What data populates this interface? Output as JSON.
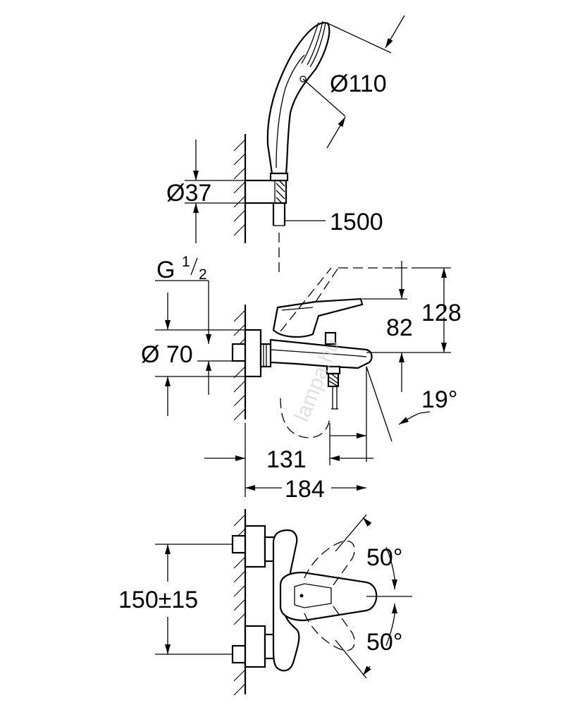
{
  "dimensions": {
    "head_diameter": "Ø110",
    "holder_diameter": "Ø37",
    "hose_length": "1500",
    "thread_g": "G",
    "thread_num": "1",
    "thread_den": "2",
    "flange_diameter": "Ø 70",
    "height_total": "128",
    "height_spout": "82",
    "spout_angle": "19°",
    "projection_spout": "131",
    "projection_total": "184",
    "lever_angle_upper": "50°",
    "lever_angle_lower": "50°",
    "connection_spacing": "150±15"
  },
  "watermark": "lampa.hu"
}
